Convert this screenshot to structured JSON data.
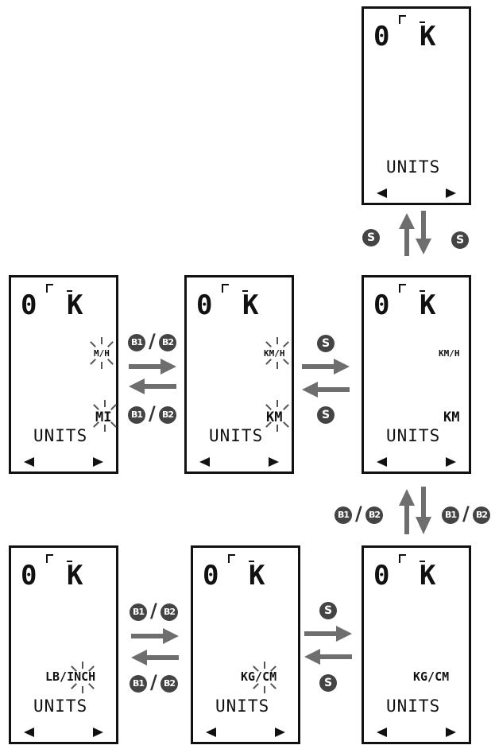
{
  "display": {
    "digit": "0",
    "letter": "K",
    "units_label": "UNITS"
  },
  "screens": {
    "top": {
      "speed_unit": "",
      "distance_unit": "",
      "weight_unit": ""
    },
    "mi_mph": {
      "speed_unit": "M/H",
      "distance_unit": "MI"
    },
    "km_kmh_blink": {
      "speed_unit": "KM/H",
      "distance_unit": "KM"
    },
    "km_kmh": {
      "speed_unit": "KM/H",
      "distance_unit": "KM"
    },
    "lb_inch": {
      "weight_unit": "LB/INCH"
    },
    "kg_cm_blink": {
      "weight_unit": "KG/CM"
    },
    "kg_cm": {
      "weight_unit": "KG/CM"
    }
  },
  "buttons": {
    "s": "S",
    "b1": "B1",
    "b2": "B2",
    "separator": "/"
  },
  "colors": {
    "arrow": "#6e6e6e",
    "badge": "#444444",
    "outline": "#111111"
  }
}
